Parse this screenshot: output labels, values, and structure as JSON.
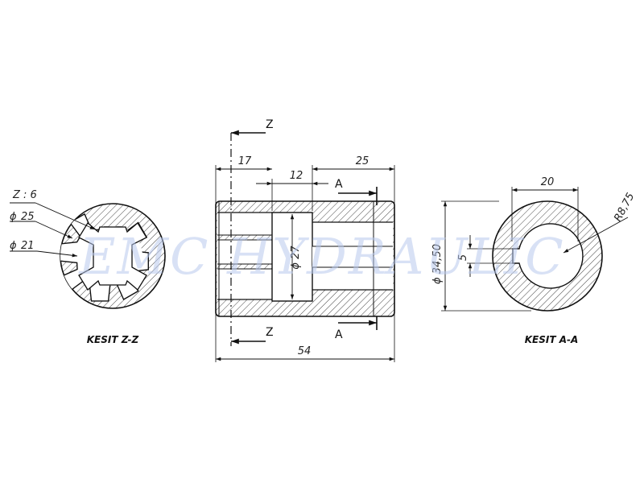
{
  "watermark": "EMC HYDRAULIC",
  "section_zz": {
    "caption": "KESIT Z-Z",
    "teeth_label": "Z : 6",
    "outer_label": "25",
    "inner_label": "21"
  },
  "main_view": {
    "dim_total": "54",
    "dim_left": "17",
    "dim_middle": "12",
    "dim_right": "25",
    "dim_groove_diameter": "27",
    "cut_label_z": "Z",
    "cut_label_a": "A"
  },
  "section_aa": {
    "caption": "KESIT A-A",
    "dim_width": "20",
    "dim_radius": "R8,75",
    "dim_diameter": "34,50",
    "dim_key": "5"
  },
  "symbols": {
    "diameter": "ϕ"
  },
  "colors": {
    "line": "#111111",
    "hatch": "#333333",
    "watermark": "#b8c8ec"
  }
}
